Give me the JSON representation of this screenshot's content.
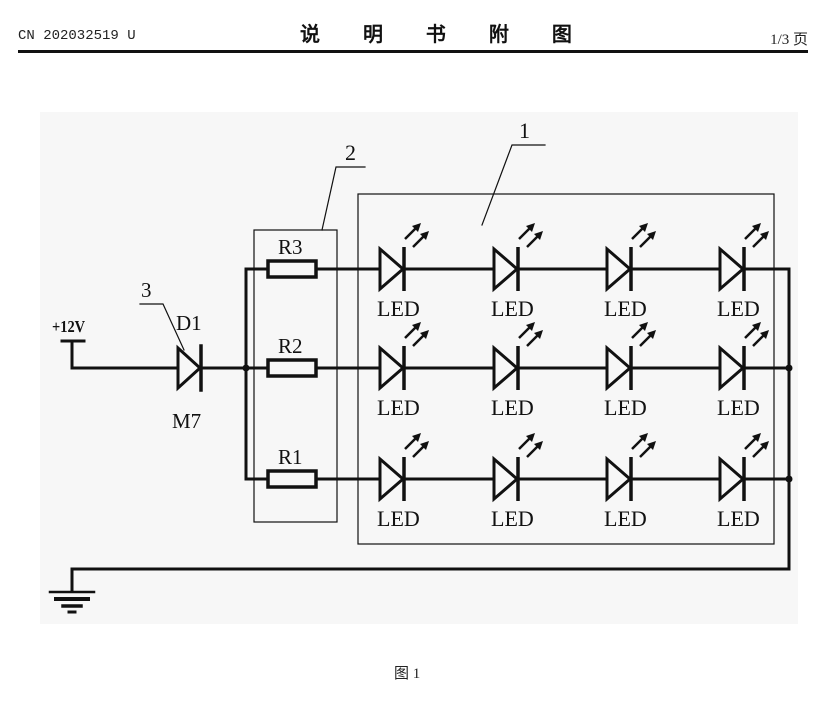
{
  "header": {
    "publication_number": "CN 202032519 U",
    "title": "说 明 书 附 图",
    "page": "1/3 页"
  },
  "figure": {
    "caption": "图 1",
    "supply_label": "+12V",
    "diode": {
      "ref": "D1",
      "part": "M7",
      "callout": "3"
    },
    "resistor_group_callout": "2",
    "led_array_callout": "1",
    "resistors": [
      "R3",
      "R2",
      "R1"
    ],
    "led_label": "LED",
    "led_rows": [
      {
        "resistor": "R3",
        "leds": [
          "LED",
          "LED",
          "LED",
          "LED"
        ]
      },
      {
        "resistor": "R2",
        "leds": [
          "LED",
          "LED",
          "LED",
          "LED"
        ]
      },
      {
        "resistor": "R1",
        "leds": [
          "LED",
          "LED",
          "LED",
          "LED"
        ]
      }
    ],
    "ground_symbol": "ground-icon"
  }
}
